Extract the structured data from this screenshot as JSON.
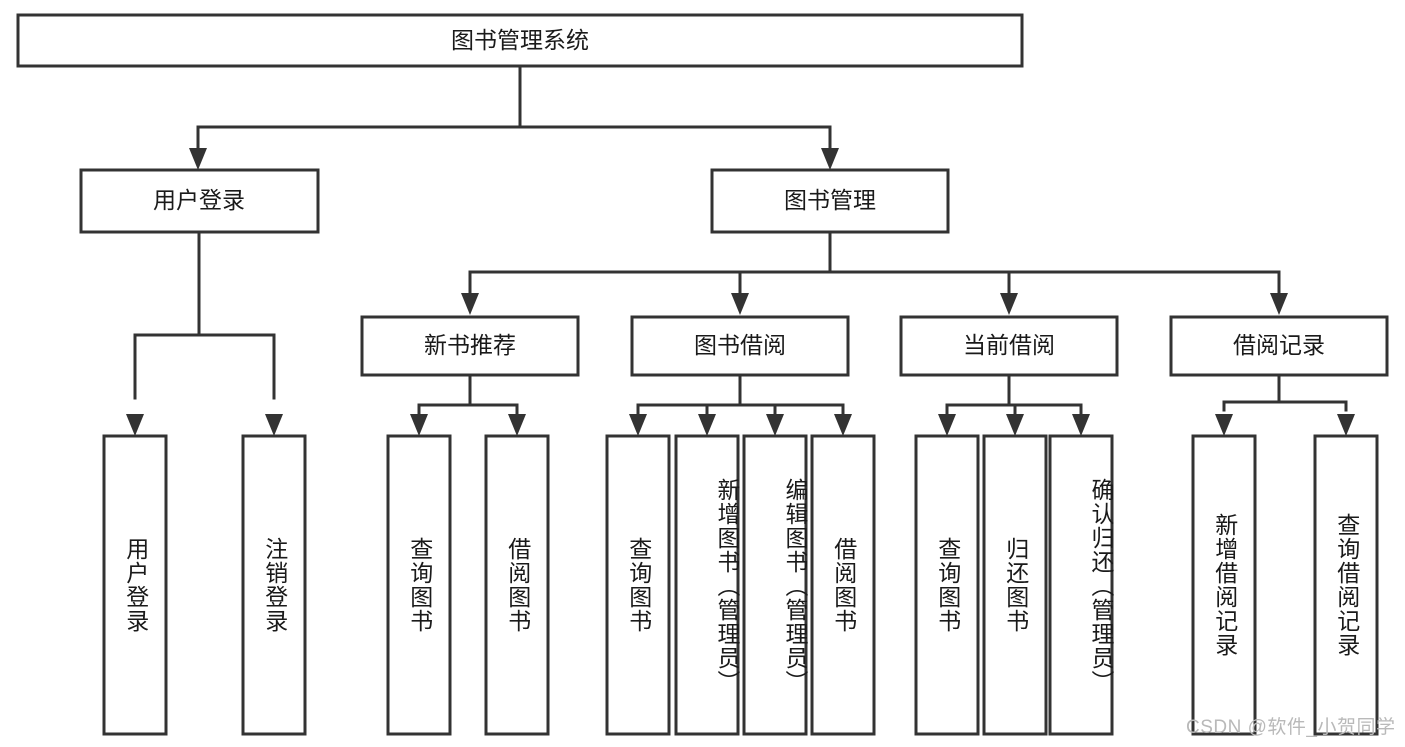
{
  "diagram": {
    "type": "tree",
    "title": "图书管理系统",
    "watermark": "CSDN @软件_小贺同学",
    "colors": {
      "box_stroke": "#333333",
      "box_fill": "#ffffff",
      "text": "#1a1a1a",
      "background": "#ffffff",
      "watermark": "#b9b9b9"
    },
    "levels": {
      "root": {
        "label": "图书管理系统"
      },
      "level2": [
        {
          "label": "用户登录"
        },
        {
          "label": "图书管理"
        }
      ],
      "level3": [
        {
          "label": "新书推荐"
        },
        {
          "label": "图书借阅"
        },
        {
          "label": "当前借阅"
        },
        {
          "label": "借阅记录"
        }
      ],
      "leaves": [
        {
          "label": "用户登录",
          "parent": "用户登录"
        },
        {
          "label": "注销登录",
          "parent": "用户登录"
        },
        {
          "label": "查询图书",
          "parent": "新书推荐"
        },
        {
          "label": "借阅图书",
          "parent": "新书推荐"
        },
        {
          "label": "查询图书",
          "parent": "图书借阅"
        },
        {
          "label": "新增图书（管理员）",
          "parent": "图书借阅"
        },
        {
          "label": "编辑图书（管理员）",
          "parent": "图书借阅"
        },
        {
          "label": "借阅图书",
          "parent": "图书借阅"
        },
        {
          "label": "查询图书",
          "parent": "当前借阅"
        },
        {
          "label": "归还图书",
          "parent": "当前借阅"
        },
        {
          "label": "确认归还（管理员）",
          "parent": "当前借阅"
        },
        {
          "label": "新增借阅记录",
          "parent": "借阅记录"
        },
        {
          "label": "查询借阅记录",
          "parent": "借阅记录"
        }
      ]
    }
  }
}
